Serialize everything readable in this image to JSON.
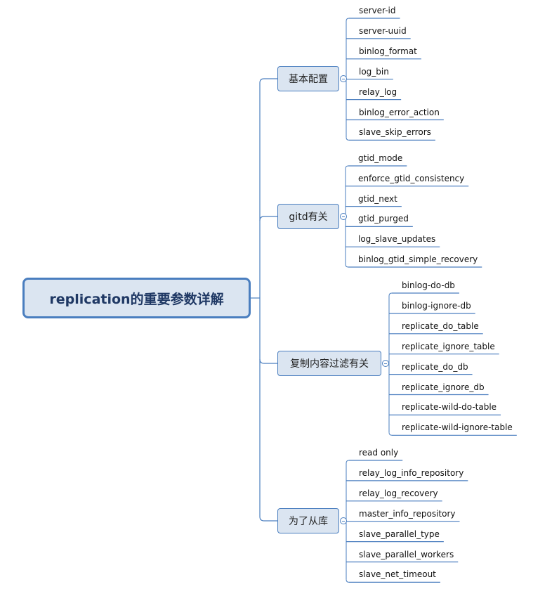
{
  "root": {
    "label": "replication的重要参数详解"
  },
  "branches": [
    {
      "label": "基本配置",
      "items": [
        "server-id",
        "server-uuid",
        "binlog_format",
        "log_bin",
        "relay_log",
        "binlog_error_action",
        "slave_skip_errors"
      ]
    },
    {
      "label": "gitd有关",
      "items": [
        "gtid_mode",
        "enforce_gtid_consistency",
        "gtid_next",
        "gtid_purged",
        "log_slave_updates",
        "binlog_gtid_simple_recovery"
      ]
    },
    {
      "label": "复制内容过滤有关",
      "items": [
        "binlog-do-db",
        "binlog-ignore-db",
        "replicate_do_table",
        "replicate_ignore_table",
        "replicate_do_db",
        "replicate_ignore_db",
        "replicate-wild-do-table",
        "replicate-wild-ignore-table"
      ]
    },
    {
      "label": "为了从库",
      "items": [
        "read only",
        "relay_log_info_repository",
        "relay_log_recovery",
        "master_info_repository",
        "slave_parallel_type",
        "slave_parallel_workers",
        "slave_net_timeout"
      ]
    }
  ],
  "colors": {
    "line": "#4a7ebf",
    "node_fill": "#dbe5f1",
    "root_text": "#1f3864"
  }
}
